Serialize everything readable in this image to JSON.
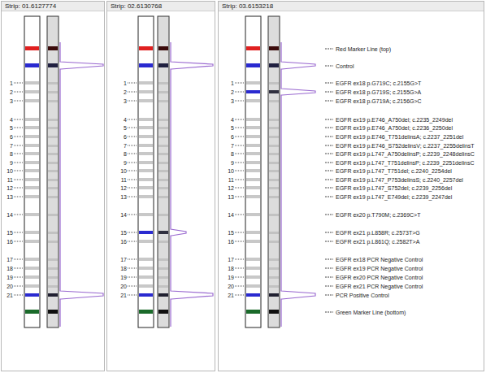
{
  "diagram": {
    "nodes": [
      {
        "text": [
          "Strip: 01.6127774"
        ]
      },
      {
        "text": [
          "Strip: 02.6130768"
        ]
      },
      {
        "text": [
          "Strip: 03.6153218"
        ]
      }
    ],
    "labels": [
      "1",
      "2",
      "3",
      "4",
      "5",
      "6",
      "7",
      "8",
      "9",
      "10",
      "11",
      "12",
      "13",
      "14",
      "15",
      "16",
      "17",
      "18",
      "19",
      "20",
      "21",
      "1",
      "2",
      "3",
      "4",
      "5",
      "6",
      "7",
      "8",
      "9",
      "10",
      "11",
      "12",
      "13",
      "14",
      "15",
      "16",
      "17",
      "18",
      "19",
      "20",
      "21",
      "1",
      "2",
      "3",
      "4",
      "5",
      "6",
      "7",
      "8",
      "9",
      "10",
      "11",
      "12",
      "13",
      "14",
      "15",
      "16",
      "17",
      "18",
      "19",
      "20",
      "21",
      "Red Marker Line (top)",
      "Control",
      "EGFR ex18 p.G719C; c.2155G>T",
      "EGFR ex18 p.G719S; c.2155G>A",
      "EGFR ex18 p.G719A; c.2156G>C",
      "EGFR ex19 p.E746_A750del; c.2235_2249del",
      "EGFR ex19 p.E746_A750del; c.2236_2250del",
      "EGFR ex19 p.E746_T751delinsA; c.2237_2251del",
      "EGFR ex19 p.E746_S752delinsV; c.2237_2255delinsT",
      "EGFR ex19 p.L747_A750delinsP; c.2239_2248delinsC",
      "EGFR ex19 p.L747_T751delinsP; c.2239_2251delinsC",
      "EGFR ex19 p.L747_T751del; c.2240_2254del",
      "EGFR ex19 p.L747_P753delinsS; c.2240_2257del",
      "EGFR ex19 p.L747_S752del; c.2239_2256del",
      "EGFR ex19 p.L747_E749del; c.2239_2247del",
      "EGFR ex20 p.T790M; c.2369C>T",
      "EGFR ex21 p.L858R; c.2573T>G",
      "EGFR ex21 p.L861Q; c.2582T>A",
      "EGFR ex18 PCR Negative Control",
      "EGFR ex19 PCR Negative Control",
      "EGFR ex20 PCR Negative Control",
      "EGFR ex21 PCR Negative Control",
      "PCR Positive Control",
      "Green Marker Line (bottom)"
    ]
  }
}
